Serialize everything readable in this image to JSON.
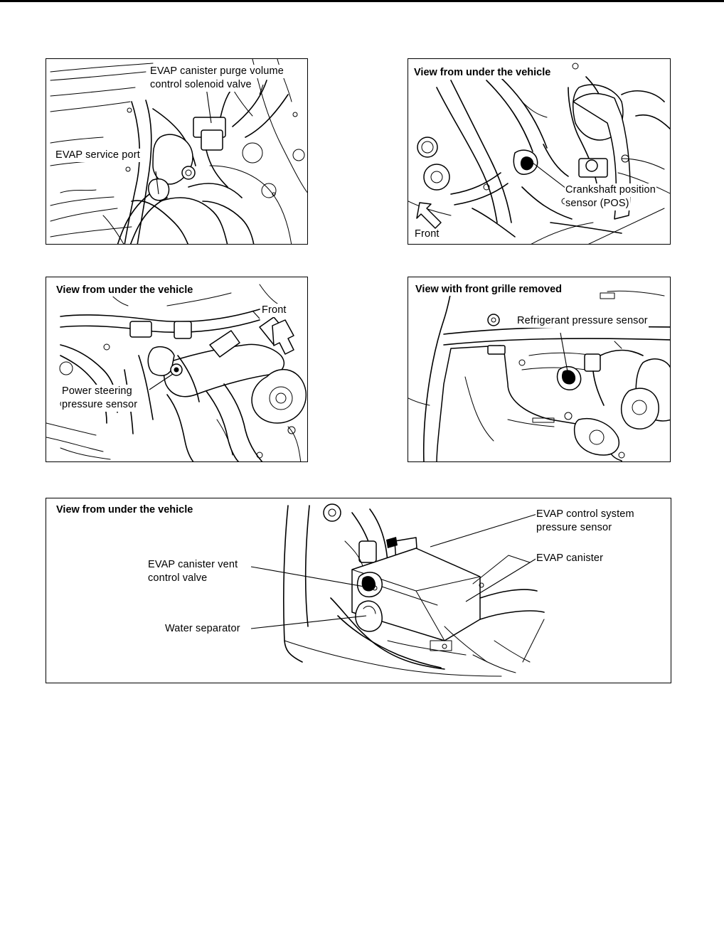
{
  "figure_1": {
    "labels": {
      "purge_valve_line1": "EVAP canister purge volume",
      "purge_valve_line2": "control solenoid valve",
      "service_port": "EVAP service port"
    }
  },
  "figure_2": {
    "title": "View from under the vehicle",
    "labels": {
      "crank_line1": "Crankshaft position",
      "crank_line2": "sensor (POS)",
      "front": "Front"
    }
  },
  "figure_3": {
    "title": "View from under the vehicle",
    "labels": {
      "front": "Front",
      "ps_line1": "Power steering",
      "ps_line2": "pressure sensor"
    }
  },
  "figure_4": {
    "title": "View with front grille removed",
    "labels": {
      "refrigerant": "Refrigerant pressure sensor"
    }
  },
  "figure_5": {
    "title": "View from under the vehicle",
    "labels": {
      "evap_pressure_line1": "EVAP control system",
      "evap_pressure_line2": "pressure sensor",
      "evap_canister": "EVAP canister",
      "vent_valve_line1": "EVAP canister vent",
      "vent_valve_line2": "control valve",
      "water_separator": "Water separator"
    }
  }
}
